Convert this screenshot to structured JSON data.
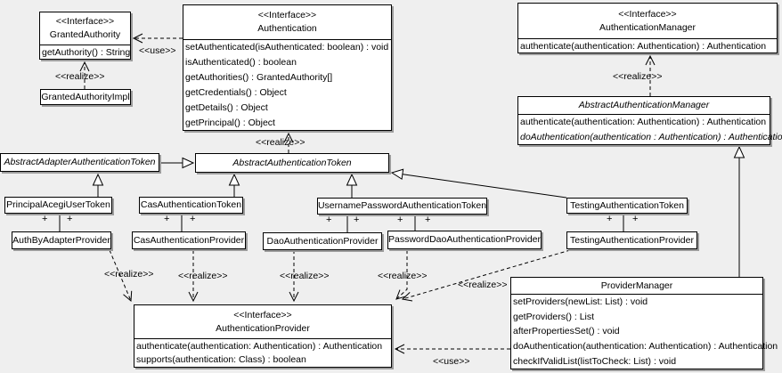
{
  "classes": {
    "granted_authority": {
      "stereotype": "<<Interface>>",
      "name": "GrantedAuthority",
      "methods": [
        "getAuthority() : String"
      ]
    },
    "granted_authority_impl": {
      "name": "GrantedAuthorityImpl"
    },
    "authentication": {
      "stereotype": "<<Interface>>",
      "name": "Authentication",
      "methods": [
        "setAuthenticated(isAuthenticated: boolean) : void",
        "isAuthenticated() : boolean",
        "getAuthorities() : GrantedAuthority[]",
        "getCredentials() : Object",
        "getDetails() : Object",
        "getPrincipal() : Object"
      ]
    },
    "authentication_manager": {
      "stereotype": "<<Interface>>",
      "name": "AuthenticationManager",
      "methods": [
        "authenticate(authentication: Authentication) : Authentication"
      ]
    },
    "abstract_authentication_manager": {
      "name": "AbstractAuthenticationManager",
      "methods": [
        "authenticate(authentication: Authentication) : Authentication",
        "doAuthentication(authentication : Authentication) : Authentication"
      ]
    },
    "abstract_adapter_authentication_token": {
      "name": "AbstractAdapterAuthenticationToken"
    },
    "abstract_authentication_token": {
      "name": "AbstractAuthenticationToken"
    },
    "principal_acegi_user_token": {
      "name": "PrincipalAcegiUserToken"
    },
    "cas_authentication_token": {
      "name": "CasAuthenticationToken"
    },
    "username_password_authentication_token": {
      "name": "UsernamePasswordAuthenticationToken"
    },
    "testing_authentication_token": {
      "name": "TestingAuthenticationToken"
    },
    "auth_by_adapter_provider": {
      "name": "AuthByAdapterProvider"
    },
    "cas_authentication_provider": {
      "name": "CasAuthenticationProvider"
    },
    "dao_authentication_provider": {
      "name": "DaoAuthenticationProvider"
    },
    "password_dao_authentication_provider": {
      "name": "PasswordDaoAuthenticationProvider"
    },
    "testing_authentication_provider": {
      "name": "TestingAuthenticationProvider"
    },
    "authentication_provider": {
      "stereotype": "<<Interface>>",
      "name": "AuthenticationProvider",
      "methods": [
        "authenticate(authentication: Authentication) : Authentication",
        "supports(authentication: Class) : boolean"
      ]
    },
    "provider_manager": {
      "name": "ProviderManager",
      "methods": [
        "setProviders(newList: List) : void",
        "getProviders() : List",
        "afterPropertiesSet() : void",
        "doAuthentication(authentication: Authentication) : Authentication",
        "checkIfValidList(listToCheck: List) : void"
      ]
    }
  },
  "labels": {
    "realize": "<<realize>>",
    "use": "<<use>>",
    "plus": "+"
  },
  "colors": {
    "background": "#efefef",
    "box_fill": "#ffffff",
    "line": "#000000",
    "shadow": "#9c9c9c"
  }
}
